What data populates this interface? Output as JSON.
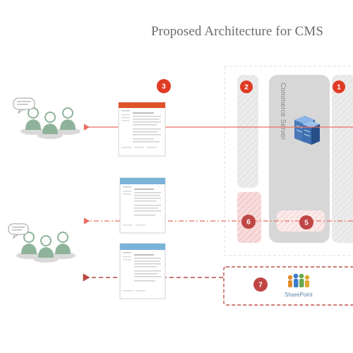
{
  "title": "Proposed Architecture for CMS",
  "labels": {
    "commerce_server": "Commerce Server",
    "sharepoint": "SharePoint"
  },
  "badges": {
    "b1": "1",
    "b2": "2",
    "b3": "3",
    "b5": "5",
    "b6": "6",
    "b7": "7"
  },
  "colors": {
    "accent_red": "#e8402a",
    "badge_red": "#e03b24",
    "badge_dark_red": "#c04646",
    "doc_header_red": "#e0532a",
    "doc_header_blue": "#7ab3d8",
    "user_green": "#8fb39a",
    "server_panel": "#d7d7d7",
    "arrow_red": "#e96f61",
    "arrow_dark": "#b84a42"
  },
  "icons": {
    "users": "user-group-icon",
    "speech": "speech-bubble-icon",
    "document": "document-page-icon",
    "server": "server-stack-icon",
    "sharepoint": "sharepoint-people-icon"
  }
}
